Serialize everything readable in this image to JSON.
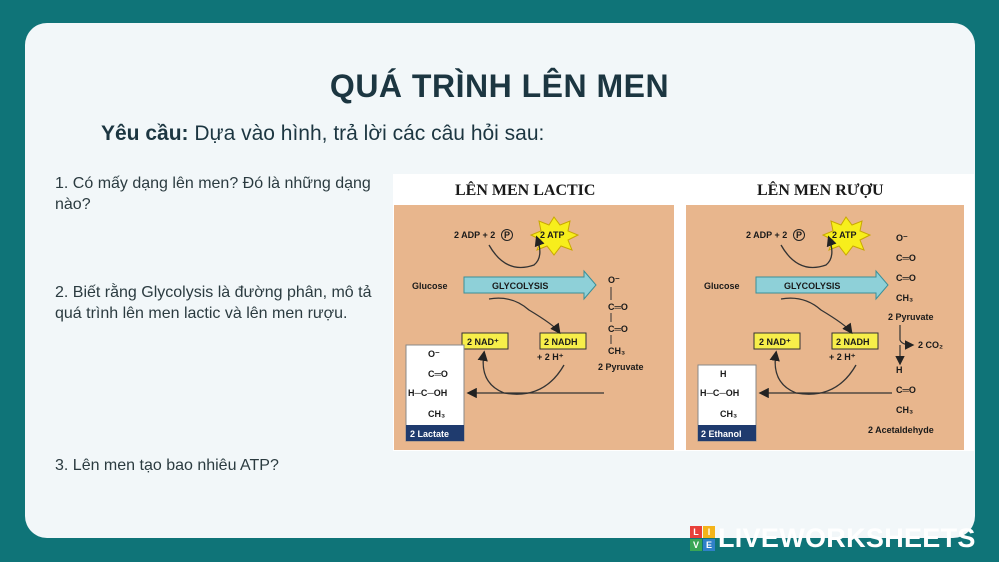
{
  "title": "QUÁ TRÌNH LÊN MEN",
  "requirement": {
    "label": "Yêu cầu:",
    "text": " Dựa vào hình, trả lời các câu hỏi sau:"
  },
  "questions": [
    "1. Có mấy dạng lên men? Đó là những dạng nào?",
    "2. Biết rằng Glycolysis là đường phân, mô tả quá trình lên men lactic và lên men rượu.",
    "3. Lên men tạo bao nhiêu ATP?"
  ],
  "figure": {
    "lactic": {
      "title": "LÊN MEN LACTIC",
      "adp": "2 ADP + 2",
      "pi": "P",
      "atp": "2 ATP",
      "glucose": "Glucose",
      "glycolysis": "GLYCOLYSIS",
      "nad": "2 NAD⁺",
      "nadh": "2 NADH",
      "h": "+ 2 H⁺",
      "pyruvate": "2 Pyruvate",
      "product": "2 Lactate"
    },
    "alcohol": {
      "title": "LÊN MEN RƯỢU",
      "adp": "2 ADP + 2",
      "pi": "P",
      "atp": "2 ATP",
      "glucose": "Glucose",
      "glycolysis": "GLYCOLYSIS",
      "nad": "2 NAD⁺",
      "nadh": "2 NADH",
      "h": "+ 2 H⁺",
      "pyruvate": "2 Pyruvate",
      "co2": "2 CO₂",
      "acetaldehyde": "2 Acetaldehyde",
      "product": "2 Ethanol"
    }
  },
  "brand": {
    "grid": [
      "L",
      "I",
      "V",
      "E"
    ],
    "text": "LIVEWORKSHEETS"
  }
}
